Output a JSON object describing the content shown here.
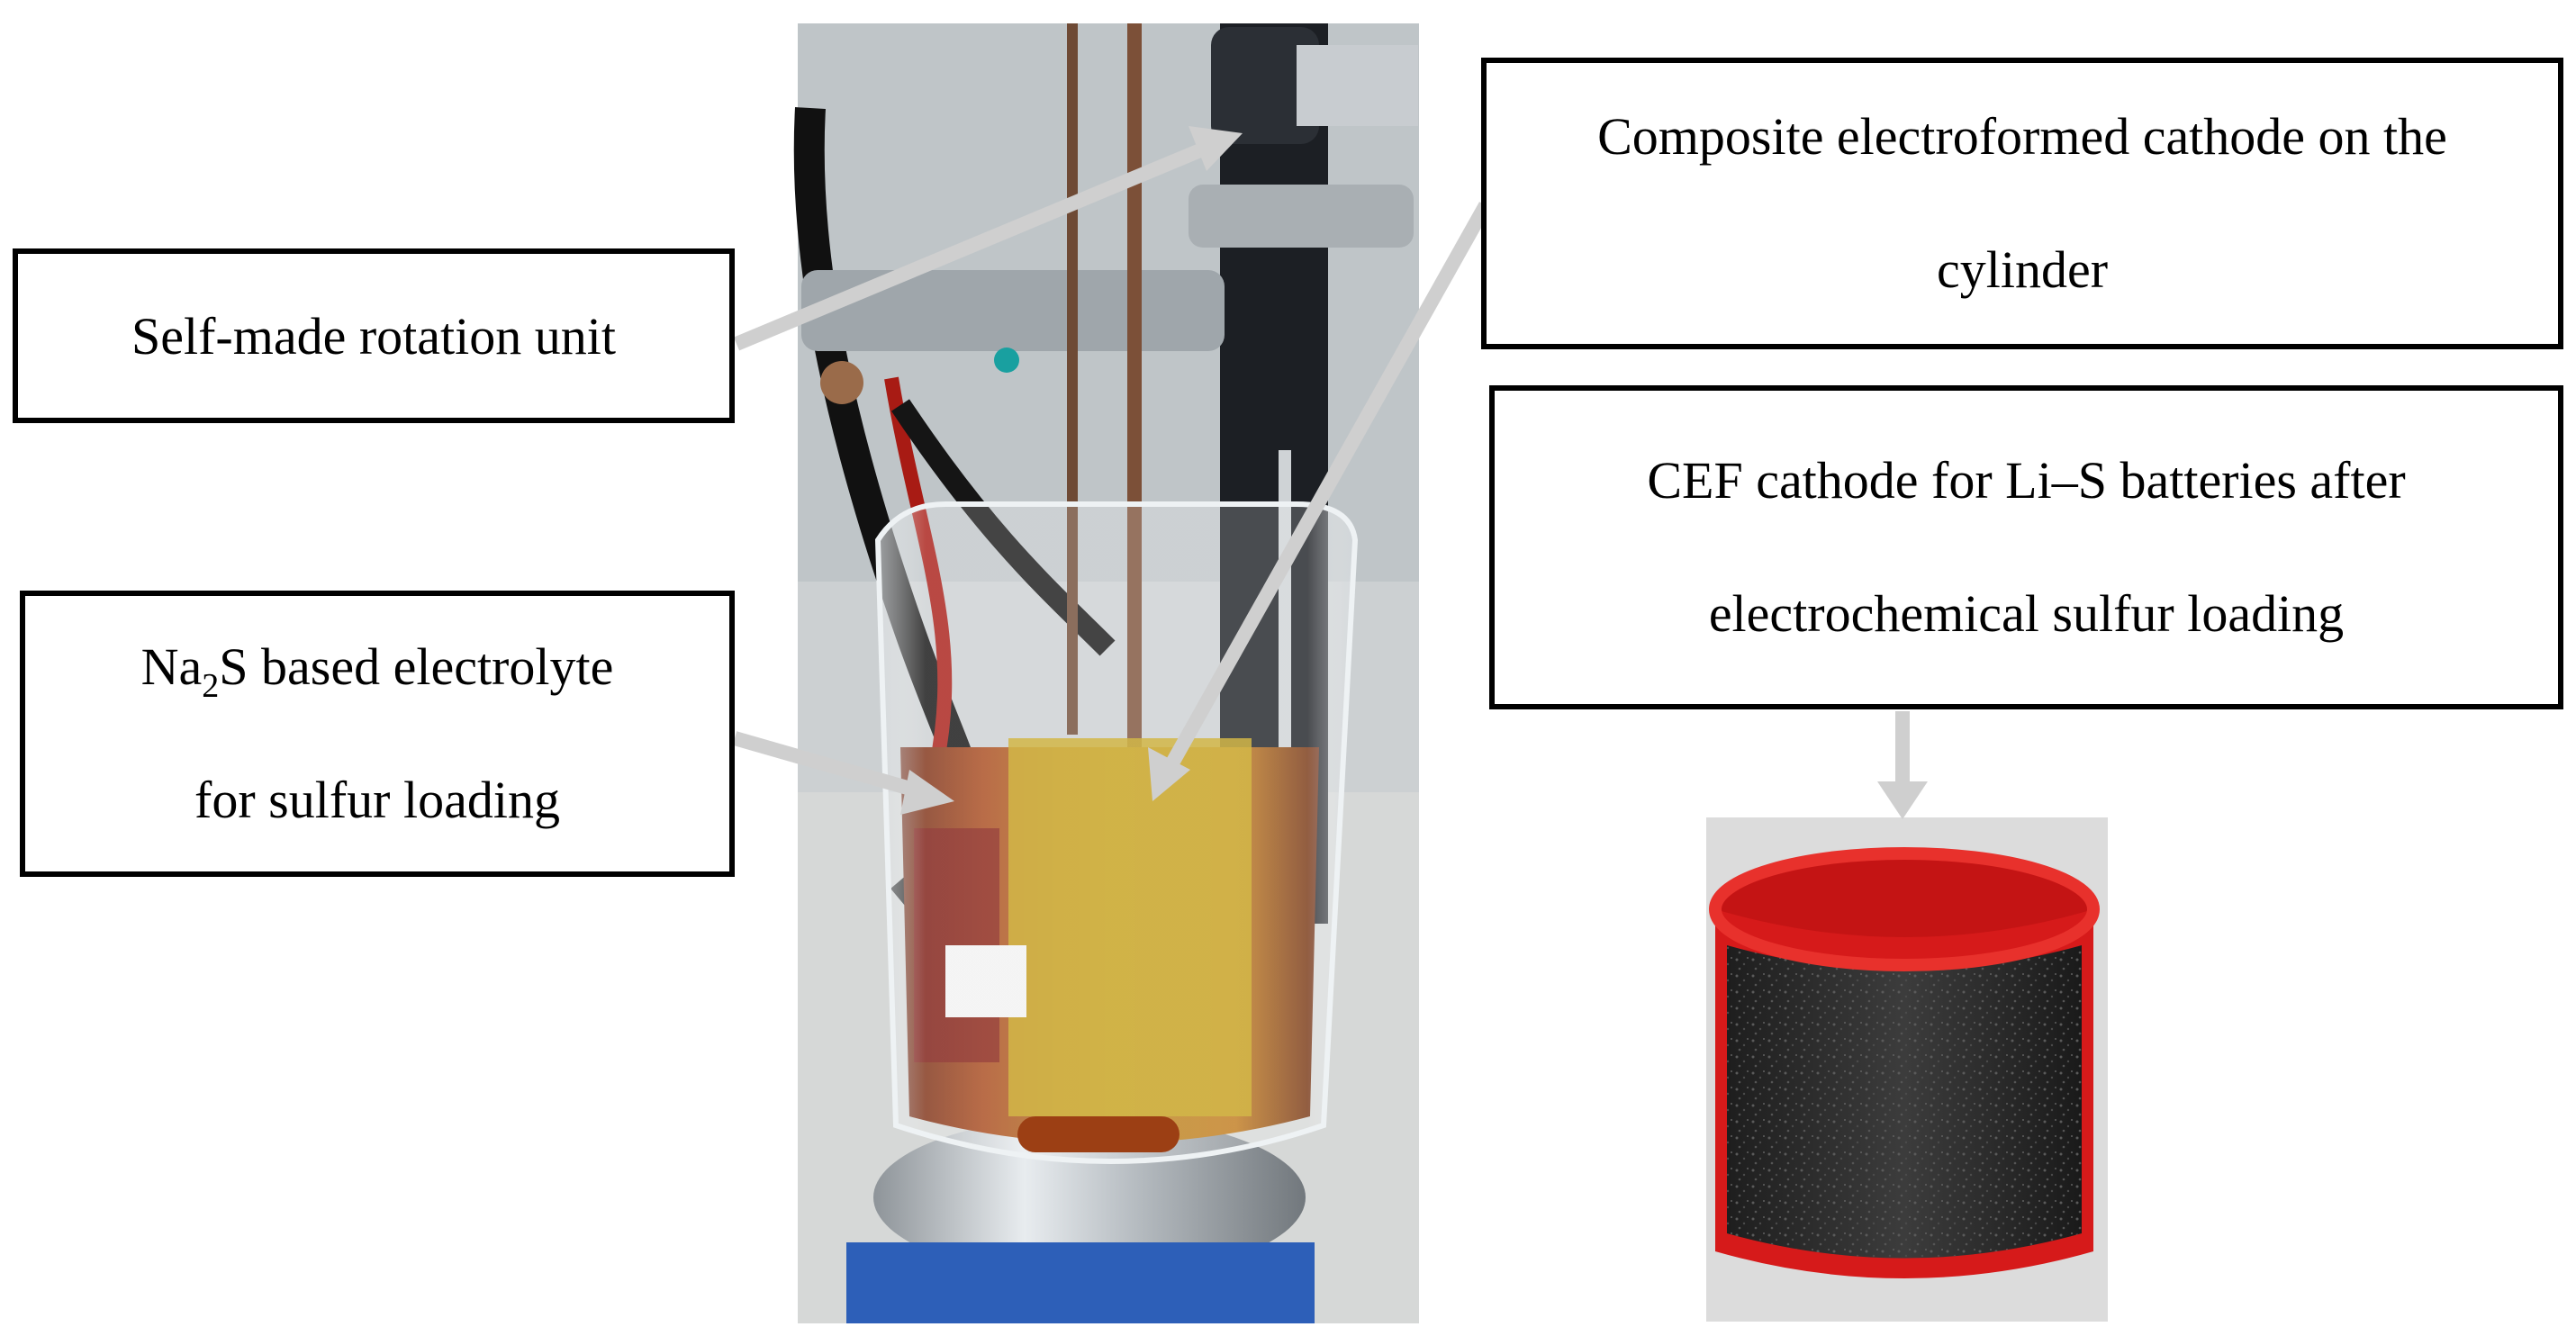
{
  "labels": {
    "rotation": "Self-made rotation unit",
    "electrolyte_line1_pre": "Na",
    "electrolyte_line1_sub": "2",
    "electrolyte_line1_post": "S based electrolyte",
    "electrolyte_line2": "for sulfur loading",
    "composite_line1": "Composite electroformed cathode on the",
    "composite_line2": "cylinder",
    "cef_line1": "CEF cathode for Li–S batteries after",
    "cef_line2": "electrochemical sulfur loading"
  },
  "photos": {
    "setup": {
      "subject": "beaker-with-rotating-cylinder",
      "liquid_color": "#b8860b"
    },
    "cathode": {
      "subject": "black-cathode-on-red-cylinder",
      "rim_color": "#e01b1b"
    }
  },
  "arrow_color": "#cfcfcf",
  "box_border_color": "#000000"
}
